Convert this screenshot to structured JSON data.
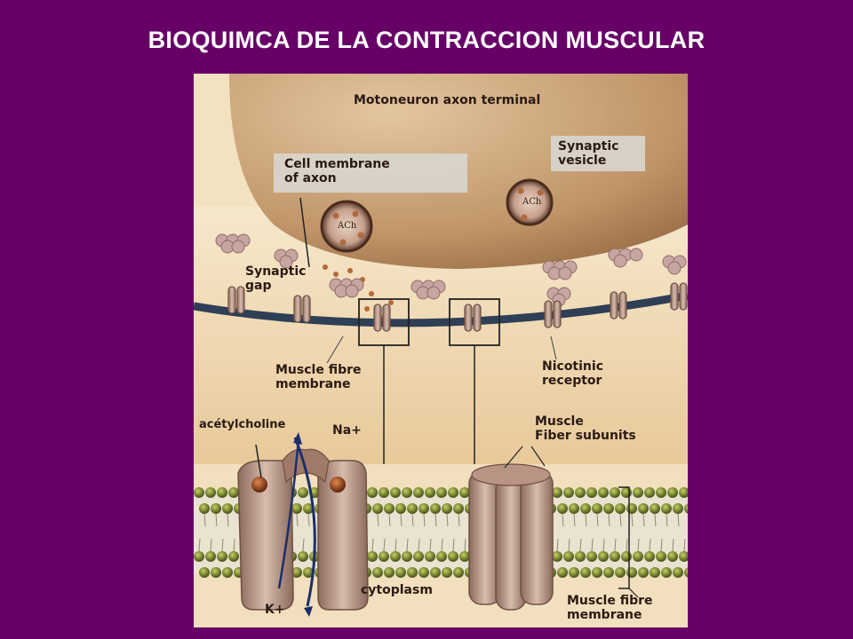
{
  "slide": {
    "title": "BIOQUIMCA DE LA CONTRACCION MUSCULAR"
  },
  "diagram": {
    "labels": {
      "axon_terminal": "Motoneuron axon terminal",
      "cell_membrane_axon": "Cell membrane\nof axon",
      "synaptic_vesicle": "Synaptic\nvesicle",
      "synaptic_gap": "Synaptic\ngap",
      "muscle_fibre_membrane_top": "Muscle fibre\nmembrane",
      "nicotinic_receptor": "Nicotinic\nreceptor",
      "acetylcholine": "acétylcholine",
      "na_ion": "Na+",
      "muscle_fiber_subunits": "Muscle\nFiber subunits",
      "cytoplasm": "cytoplasm",
      "k_ion": "K+",
      "muscle_fibre_membrane_bottom": "Muscle fibre\nmembrane",
      "vesicle_ach_1": "ACh",
      "vesicle_ach_2": "ACh"
    },
    "colors": {
      "background": "#660066",
      "axon": "#c8a27a",
      "membrane": "#2f3f55",
      "receptor": "#c9a99c",
      "lipid_head": "#6b7a2a"
    }
  }
}
